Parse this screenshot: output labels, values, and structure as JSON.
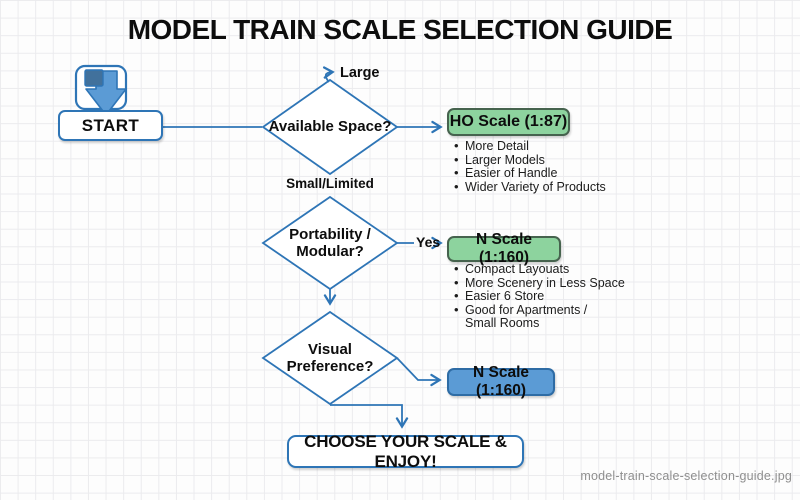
{
  "title": "MODEL TRAIN SCALE SELECTION GUIDE",
  "start": {
    "label": "START"
  },
  "decision1": {
    "label": "Available Space?",
    "branch_top": "Large",
    "branch_bottom": "Small/Limited"
  },
  "outcome1": {
    "label": "HO Scale (1:87)",
    "bullets": [
      "More Detail",
      "Larger Models",
      "Easier of Handle",
      "Wider Variety of Products"
    ]
  },
  "decision2": {
    "line1": "Portability /",
    "line2": "Modular?",
    "branch_right": "Yes"
  },
  "outcome2": {
    "label": "N Scale (1:160)",
    "bullets": [
      "Compact Layouats",
      "More Scenery in Less Space",
      "Easier 6 Store",
      "Good for Apartments /",
      "Small Rooms"
    ]
  },
  "decision3": {
    "line1": "Visual",
    "line2": "Preference?"
  },
  "outcome3": {
    "label": "N Scale (1:160)"
  },
  "end": {
    "label": "CHOOSE YOUR SCALE & ENJOY!"
  },
  "watermark": "model-train-scale-selection-guide.jpg",
  "colors": {
    "connector": "#2e75b6",
    "green_fill": "#8dd39e",
    "green_border": "#46634e",
    "blue_fill": "#5b9bd5",
    "blue_border": "#2e6ca5",
    "grid_line": "#ebebee"
  }
}
